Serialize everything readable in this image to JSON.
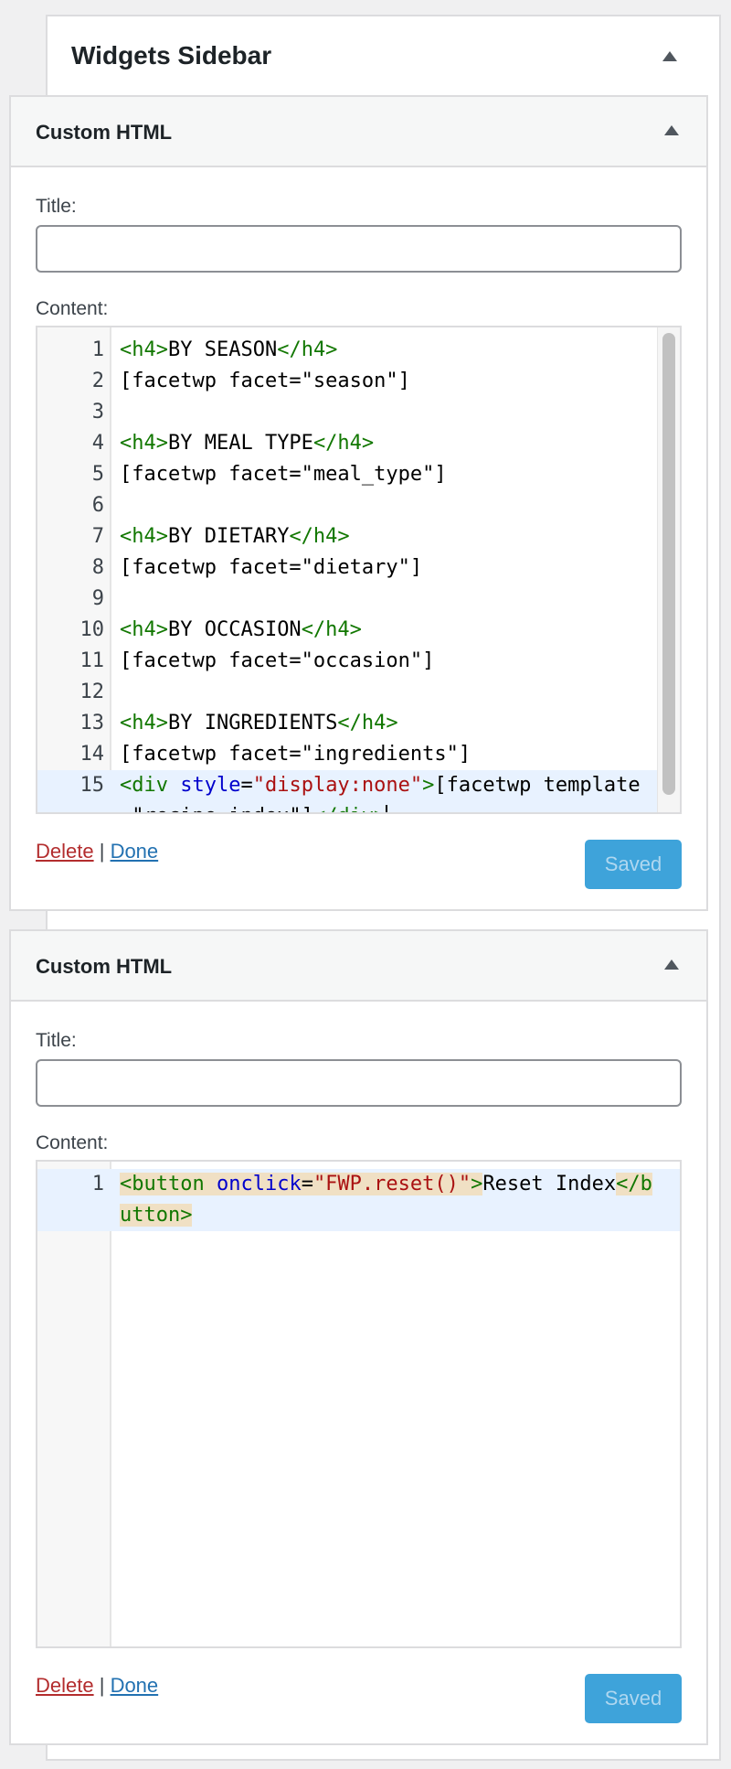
{
  "sidebar": {
    "title": "Widgets Sidebar"
  },
  "widgets": [
    {
      "title": "Custom HTML",
      "title_label": "Title:",
      "title_value": "",
      "content_label": "Content:",
      "code": [
        {
          "n": "1",
          "parts": [
            {
              "t": "<h4>",
              "c": "tag"
            },
            {
              "t": "BY SEASON",
              "c": ""
            },
            {
              "t": "</h4>",
              "c": "tag"
            }
          ]
        },
        {
          "n": "2",
          "parts": [
            {
              "t": "[facetwp facet=\"season\"]",
              "c": ""
            }
          ]
        },
        {
          "n": "3",
          "parts": []
        },
        {
          "n": "4",
          "parts": [
            {
              "t": "<h4>",
              "c": "tag"
            },
            {
              "t": "BY MEAL TYPE",
              "c": ""
            },
            {
              "t": "</h4>",
              "c": "tag"
            }
          ]
        },
        {
          "n": "5",
          "parts": [
            {
              "t": "[facetwp facet=\"meal_type\"]",
              "c": ""
            }
          ]
        },
        {
          "n": "6",
          "parts": []
        },
        {
          "n": "7",
          "parts": [
            {
              "t": "<h4>",
              "c": "tag"
            },
            {
              "t": "BY DIETARY",
              "c": ""
            },
            {
              "t": "</h4>",
              "c": "tag"
            }
          ]
        },
        {
          "n": "8",
          "parts": [
            {
              "t": "[facetwp facet=\"dietary\"]",
              "c": ""
            }
          ]
        },
        {
          "n": "9",
          "parts": []
        },
        {
          "n": "10",
          "parts": [
            {
              "t": "<h4>",
              "c": "tag"
            },
            {
              "t": "BY OCCASION",
              "c": ""
            },
            {
              "t": "</h4>",
              "c": "tag"
            }
          ]
        },
        {
          "n": "11",
          "parts": [
            {
              "t": "[facetwp facet=\"occasion\"]",
              "c": ""
            }
          ]
        },
        {
          "n": "12",
          "parts": []
        },
        {
          "n": "13",
          "parts": [
            {
              "t": "<h4>",
              "c": "tag"
            },
            {
              "t": "BY INGREDIENTS",
              "c": ""
            },
            {
              "t": "</h4>",
              "c": "tag"
            }
          ]
        },
        {
          "n": "14",
          "parts": [
            {
              "t": "[facetwp facet=\"ingredients\"]",
              "c": ""
            }
          ]
        },
        {
          "n": "15",
          "active": true,
          "tall": true,
          "parts": [
            {
              "t": "<div ",
              "c": "tag"
            },
            {
              "t": "style",
              "c": "attr"
            },
            {
              "t": "=",
              "c": ""
            },
            {
              "t": "\"display:none\"",
              "c": "str"
            },
            {
              "t": ">",
              "c": "tag"
            },
            {
              "t": "[facetwp template=\"recipe-index\"]",
              "c": ""
            },
            {
              "t": "</div>",
              "c": "tag"
            }
          ]
        }
      ],
      "delete_label": "Delete",
      "separator": "|",
      "done_label": "Done",
      "saved_label": "Saved"
    },
    {
      "title": "Custom HTML",
      "title_label": "Title:",
      "title_value": "",
      "content_label": "Content:",
      "code": [
        {
          "n": "1",
          "active": true,
          "tall": true,
          "parts": [
            {
              "t": "<button ",
              "c": "tag hl"
            },
            {
              "t": "onclick",
              "c": "attr hl"
            },
            {
              "t": "=",
              "c": "hl"
            },
            {
              "t": "\"FWP.reset()\"",
              "c": "str hl"
            },
            {
              "t": ">",
              "c": "tag hl"
            },
            {
              "t": "Reset Index",
              "c": ""
            },
            {
              "t": "</button>",
              "c": "tag hl"
            }
          ]
        }
      ],
      "delete_label": "Delete",
      "separator": "|",
      "done_label": "Done",
      "saved_label": "Saved"
    }
  ]
}
